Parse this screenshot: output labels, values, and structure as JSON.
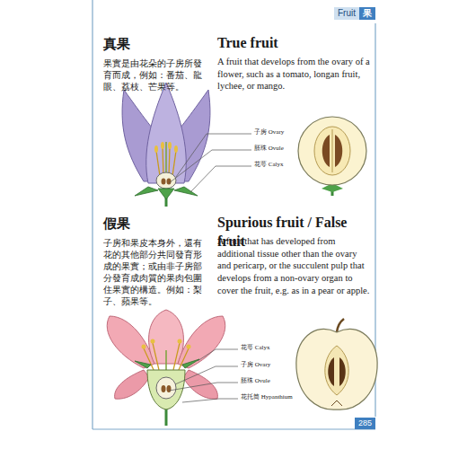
{
  "diagram": {
    "nodes": [
      {
        "text": [
          "Fruit",
          "果"
        ]
      },
      {
        "text": [
          "285"
        ]
      }
    ],
    "labels": [
      "真果",
      "果實是由花朵的子房所發育而成，例如：番茄、龍眼、荔枝、芒果等。",
      "True fruit",
      "A fruit that develops from the ovary of a flower, such as a tomato, longan fruit, lychee, or mango.",
      "子房 Ovary",
      "胚珠 Ovule",
      "花萼 Calyx",
      "假果",
      "子房和果皮本身外，還有花的其他部分共同發育形成的果實；或由非子房部分發育成肉質的果肉包圍住果實的構造。例如：梨子、蘋果等。",
      "Spurious fruit / False fruit",
      "A fruit that has developed from additional tissue other than the ovary and pericarp, or the succulent pulp that develops from a non-ovary organ to cover the fruit, e.g. as in a pear or apple.",
      "花萼 Calyx",
      "子房 Ovary",
      "胚珠 Ovule",
      "花托筒 Hypanthium"
    ]
  }
}
